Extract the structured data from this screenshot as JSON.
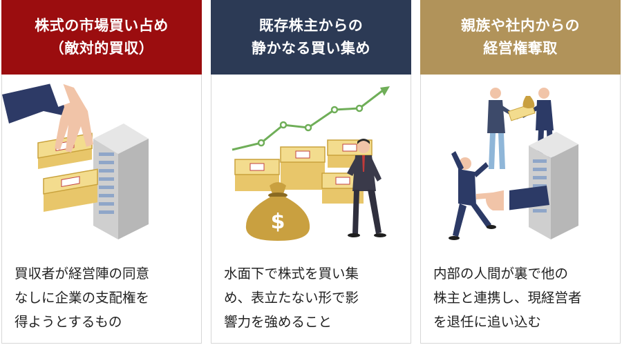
{
  "colors": {
    "panel1_header": "#9b0d0f",
    "panel2_header": "#2c3a55",
    "panel3_header": "#b1935a",
    "description_text": "#222222",
    "trend_line": "#6fae58"
  },
  "panels": [
    {
      "title_lines": [
        "株式の市場買い占め",
        "（敵対的買収）"
      ],
      "icons": [
        "hand-icon",
        "stock-certificate-icon",
        "building-icon"
      ],
      "description_lines": [
        "買収者が経営陣の同意",
        "なしに企業の支配権を",
        "得ようとするもの"
      ]
    },
    {
      "title_lines": [
        "既存株主からの",
        "静かなる買い集め"
      ],
      "icons": [
        "trend-line-icon",
        "stock-certificate-icon",
        "money-bag-icon",
        "businessman-icon"
      ],
      "money_bag_symbol": "$",
      "description_lines": [
        "水面下で株式を買い集",
        "め、表立たない形で影",
        "響力を強めること"
      ]
    },
    {
      "title_lines": [
        "親族や社内からの",
        "経営権奪取"
      ],
      "icons": [
        "handshake-icon",
        "businessman-icon",
        "pointing-hand-icon",
        "building-icon"
      ],
      "description_lines": [
        "内部の人間が裏で他の",
        "株主と連携し、現経営者",
        "を退任に追い込む"
      ]
    }
  ]
}
